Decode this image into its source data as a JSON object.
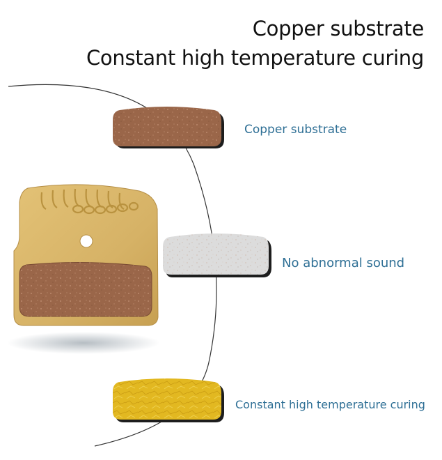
{
  "header": {
    "line1": "Copper substrate",
    "line2": "Constant high temperature curing"
  },
  "callouts": [
    {
      "label": "Copper substrate",
      "swatch_color": "#9a6649"
    },
    {
      "label": "No abnormal sound",
      "swatch_color": "#dcdcdc"
    },
    {
      "label": "Constant high temperature curing",
      "swatch_color": "#e2b821"
    }
  ],
  "colors": {
    "text_dark": "#111111",
    "callout_text": "#2e6f95",
    "backing_plate": "#d6b266",
    "friction_material": "#9a6649"
  }
}
